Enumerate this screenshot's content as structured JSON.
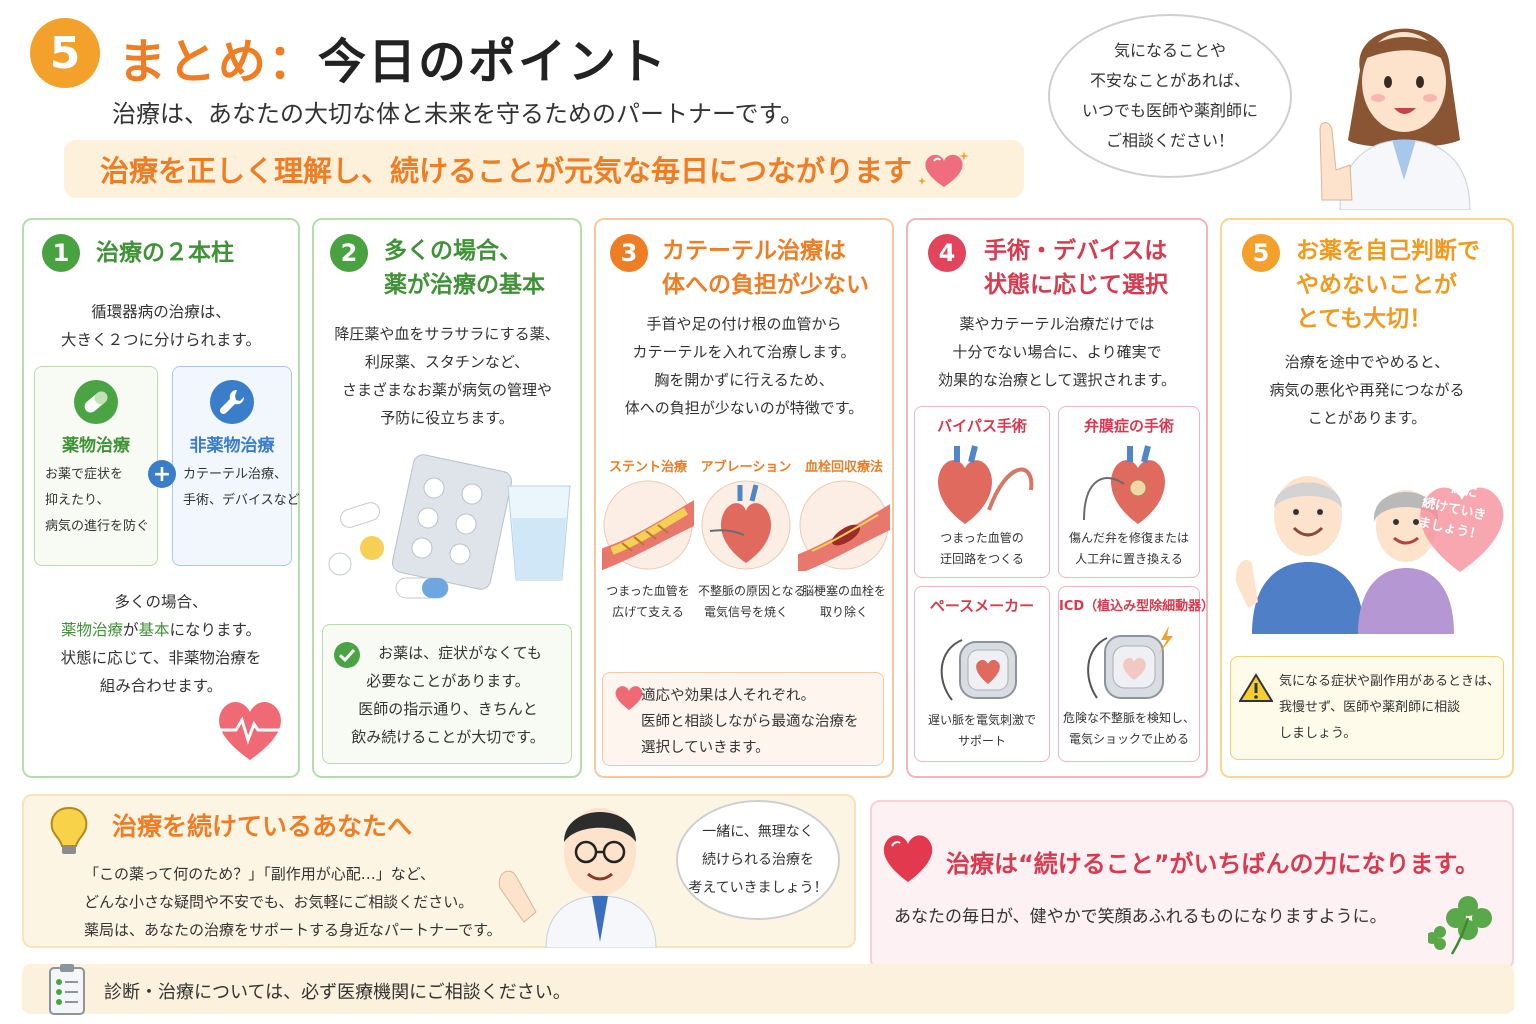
{
  "header": {
    "number": "5",
    "title_orange": "まとめ：",
    "title_dark": "今日のポイント",
    "subtitle": "治療は、あなたの大切な体と未来を守るためのパートナーです。",
    "banner": "治療を正しく理解し、続けることが元気な毎日につながります"
  },
  "nurse_bubble": [
    "気になることや",
    "不安なことがあれば、",
    "いつでも医師や薬剤師に",
    "ご相談ください！"
  ],
  "col1": {
    "num": "1",
    "title": "治療の２本柱",
    "intro": [
      "循環器病の治療は、",
      "大きく２つに分けられます。"
    ],
    "drug": {
      "label": "薬物治療",
      "desc": [
        "お薬で症状を",
        "抑えたり、",
        "病気の進行を防ぐ"
      ]
    },
    "plus": "+",
    "nondrug": {
      "label": "非薬物治療",
      "desc": [
        "カテーテル治療、",
        "手術、デバイスなど"
      ]
    },
    "outro_1": "多くの場合、",
    "outro_2a": "薬物治療",
    "outro_2b": "が",
    "outro_2c": "基本",
    "outro_2d": "になります。",
    "outro_3": "状態に応じて、非薬物治療を",
    "outro_4": "組み合わせます。"
  },
  "col2": {
    "num": "2",
    "title": [
      "多くの場合、",
      "薬が治療の基本"
    ],
    "body": [
      "降圧薬や血をサラサラにする薬、",
      "利尿薬、スタチンなど、",
      "さまざまなお薬が病気の管理や",
      "予防に役立ちます。"
    ],
    "note": [
      "お薬は、症状がなくても",
      "必要なことがあります。",
      "医師の指示通り、きちんと",
      "飲み続けることが大切です。"
    ]
  },
  "col3": {
    "num": "3",
    "title": [
      "カテーテル治療は",
      "体への負担が少ない"
    ],
    "body": [
      "手首や足の付け根の血管から",
      "カテーテルを入れて治療します。",
      "胸を開かずに行えるため、",
      "体への負担が少ないのが特徴です。"
    ],
    "items": [
      {
        "label": "ステント治療",
        "desc": [
          "つまった血管を",
          "広げて支える"
        ]
      },
      {
        "label": "アブレーション",
        "desc": [
          "不整脈の原因となる",
          "電気信号を焼く"
        ]
      },
      {
        "label": "血栓回収療法",
        "desc": [
          "脳梗塞の血栓を",
          "取り除く"
        ]
      }
    ],
    "note": [
      "適応や効果は人それぞれ。",
      "医師と相談しながら最適な治療を",
      "選択していきます。"
    ]
  },
  "col4": {
    "num": "4",
    "title": [
      "手術・デバイスは",
      "状態に応じて選択"
    ],
    "body": [
      "薬やカテーテル治療だけでは",
      "十分でない場合に、より確実で",
      "効果的な治療として選択されます。"
    ],
    "items": [
      {
        "label": "バイパス手術",
        "desc": [
          "つまった血管の",
          "迂回路をつくる"
        ]
      },
      {
        "label": "弁膜症の手術",
        "desc": [
          "傷んだ弁を修復または",
          "人工弁に置き換える"
        ]
      },
      {
        "label": "ペースメーカー",
        "desc": [
          "遅い脈を電気刺激で",
          "サポート"
        ]
      },
      {
        "label": "ICD（植込み型除細動器）",
        "desc": [
          "危険な不整脈を検知し、",
          "電気ショックで止める"
        ]
      }
    ]
  },
  "col5": {
    "num": "5",
    "title": [
      "お薬を自己判断で",
      "やめないことが",
      "とても大切！"
    ],
    "body": [
      "治療を途中でやめると、",
      "病気の悪化や再発につながる",
      "ことがあります。"
    ],
    "heart_text": [
      "一緒に",
      "続けていき",
      "ましょう！"
    ],
    "note": [
      "気になる症状や副作用があるときは、",
      "我慢せず、医師や薬剤師に相談",
      "しましょう。"
    ]
  },
  "bottom_left": {
    "title": "治療を続けているあなたへ",
    "lines": [
      "「この薬って何のため？」「副作用が心配…」など、",
      "どんな小さな疑問や不安でも、お気軽にご相談ください。",
      "薬局は、あなたの治療をサポートする身近なパートナーです。"
    ],
    "bubble": [
      "一緒に、無理なく",
      "続けられる治療を",
      "考えていきましょう！"
    ]
  },
  "bottom_right": {
    "title": "治療は“続けること”がいちばんの力になります。",
    "line": "あなたの毎日が、健やかで笑顔あふれるものになりますように。"
  },
  "footer": {
    "text": "診断・治療については、必ず医療機関にご相談ください。"
  }
}
